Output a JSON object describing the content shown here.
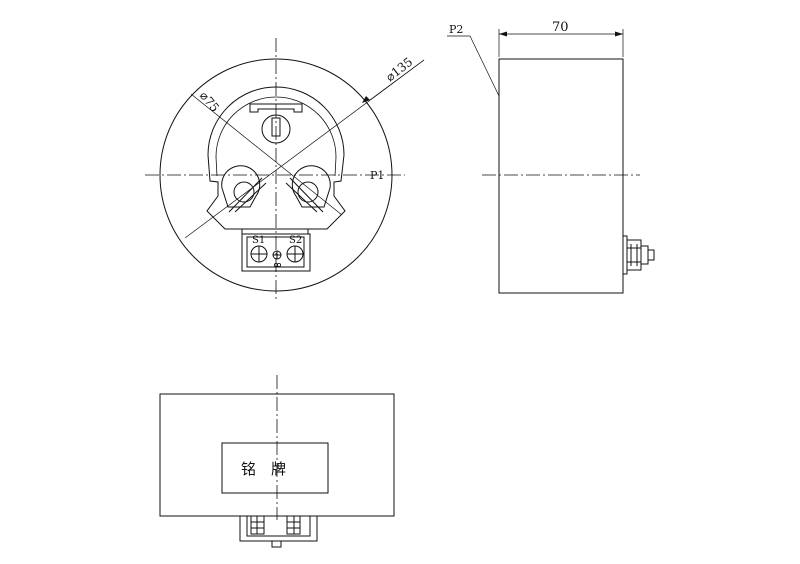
{
  "front_view": {
    "outer_diameter_label": "⌀135",
    "inner_diameter_label": "⌀75",
    "primary_label": "P1",
    "terminal_s1_label": "S1",
    "terminal_s2_label": "S2"
  },
  "side_view": {
    "width_label": "70",
    "primary_label": "P2"
  },
  "top_view": {
    "nameplate_label": "铭　牌"
  }
}
